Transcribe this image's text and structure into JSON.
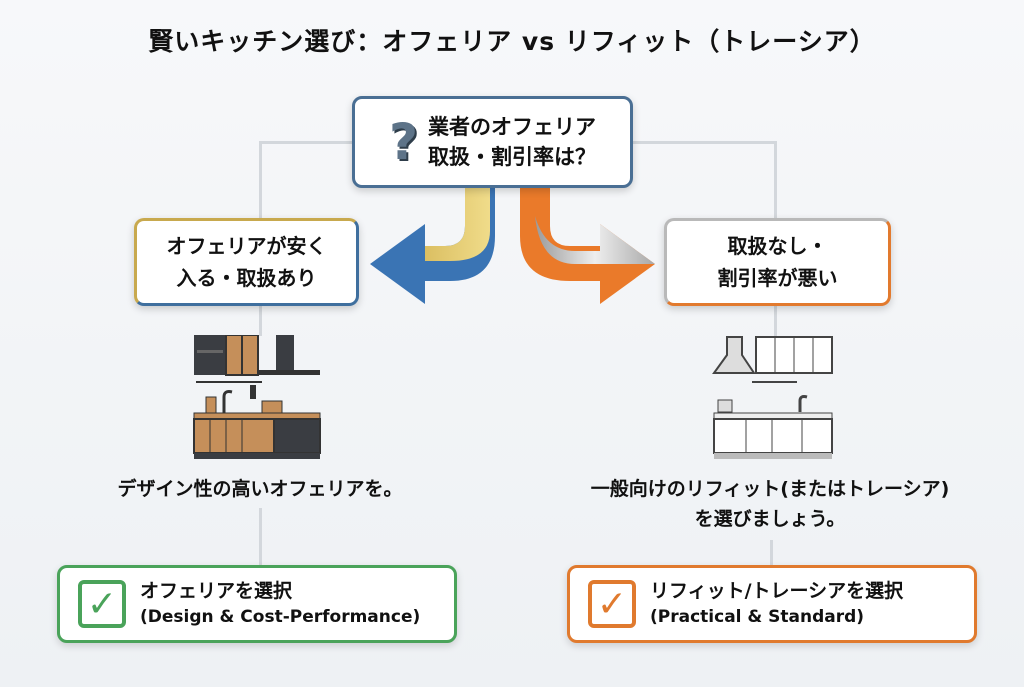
{
  "title": "賢いキッチン選び：オフェリア vs リフィット（トレーシア）",
  "question": {
    "icon": "question-mark-icon",
    "line1": "業者のオフェリア",
    "line2": "取扱・割引率は？"
  },
  "left_branch": {
    "line1": "オフェリアが安く",
    "line2": "入る・取扱あり",
    "description": "デザイン性の高いオフェリアを。",
    "result_title": "オフェリアを選択",
    "result_sub": "(Design & Cost-Performance)",
    "color": "#4aa35a"
  },
  "right_branch": {
    "line1": "取扱なし・",
    "line2": "割引率が悪い",
    "description_line1": "一般向けのリフィット(またはトレーシア)",
    "description_line2": "を選びましょう。",
    "result_title": "リフィット/トレーシアを選択",
    "result_sub": "(Practical & Standard)",
    "color": "#e07a2e"
  }
}
